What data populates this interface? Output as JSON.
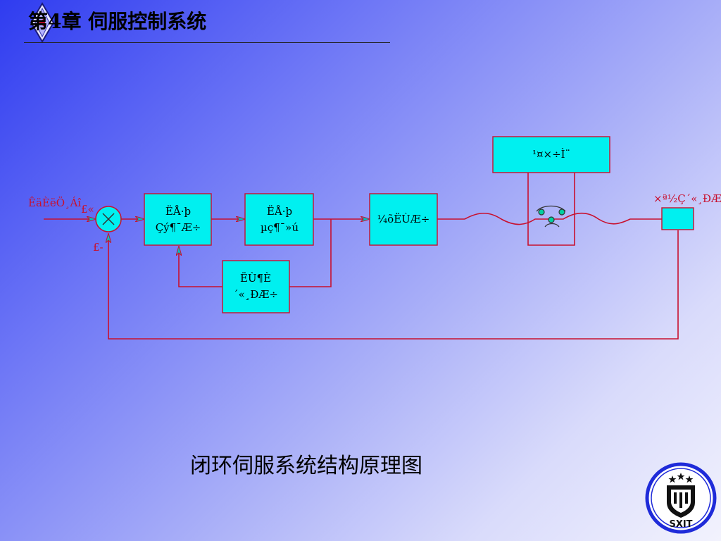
{
  "slide": {
    "title": "第4章 伺服控制系统",
    "caption": "闭环伺服系统结构原理图",
    "logo_text": "SXIT"
  },
  "diagram": {
    "input_label": "ÊäÈëÖ¸Áî",
    "sum_plus": "£«",
    "sum_minus": "£-",
    "block_speed_ctrl": [
      "ËÅ·þ",
      "Çý¶¯Æ÷"
    ],
    "block_servo_motor": [
      "ËÅ·þ",
      "µç¶¯»ú"
    ],
    "block_speed_detect": [
      "ËÙ¶È",
      "´«¸ÐÆ÷"
    ],
    "block_gear": "¼õËÙÆ÷",
    "block_worktable": "¹¤×÷Ì¨",
    "output_label": "×ª½Ç´«¸ÐÆ"
  },
  "colors": {
    "block_fill": "#00f0f0",
    "line": "#c8102e",
    "text_red": "#c8102e",
    "title_rule": "#222222",
    "logo_blue": "#1f2bd9"
  }
}
